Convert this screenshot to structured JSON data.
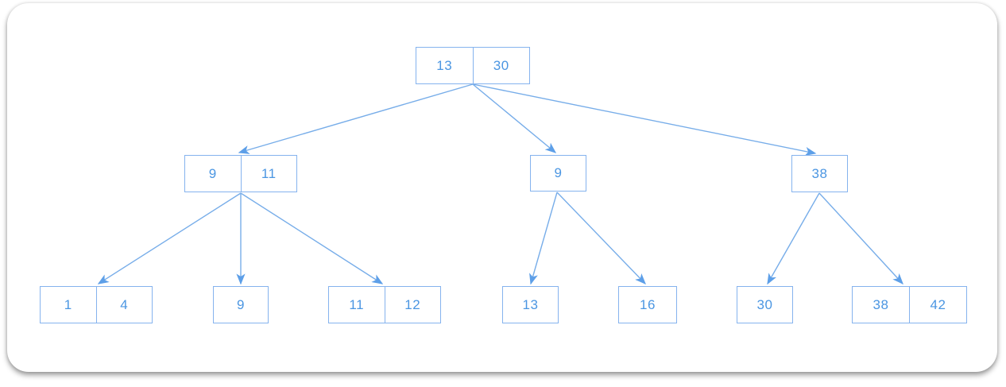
{
  "diagram": {
    "kind": "b-tree",
    "box_border_color": "#85b3ee",
    "edge_line_color": "#77ade9",
    "key_text_color": "#4b96e2",
    "background_color": "#ffffff",
    "nodes": {
      "root": {
        "keys": [
          "13",
          "30"
        ]
      },
      "internal_left": {
        "keys": [
          "9",
          "11"
        ]
      },
      "internal_mid": {
        "keys": [
          "9"
        ]
      },
      "internal_right": {
        "keys": [
          "38"
        ]
      },
      "leaf_1": {
        "keys": [
          "1",
          "4"
        ]
      },
      "leaf_2": {
        "keys": [
          "9"
        ]
      },
      "leaf_3": {
        "keys": [
          "11",
          "12"
        ]
      },
      "leaf_4": {
        "keys": [
          "13"
        ]
      },
      "leaf_5": {
        "keys": [
          "16"
        ]
      },
      "leaf_6": {
        "keys": [
          "30"
        ]
      },
      "leaf_7": {
        "keys": [
          "38",
          "42"
        ]
      }
    },
    "edges": [
      {
        "from": "root",
        "to": "internal_left"
      },
      {
        "from": "root",
        "to": "internal_mid"
      },
      {
        "from": "root",
        "to": "internal_right"
      },
      {
        "from": "internal_left",
        "to": "leaf_1"
      },
      {
        "from": "internal_left",
        "to": "leaf_2"
      },
      {
        "from": "internal_left",
        "to": "leaf_3"
      },
      {
        "from": "internal_mid",
        "to": "leaf_4"
      },
      {
        "from": "internal_mid",
        "to": "leaf_5"
      },
      {
        "from": "internal_right",
        "to": "leaf_6"
      },
      {
        "from": "internal_right",
        "to": "leaf_7"
      }
    ]
  }
}
